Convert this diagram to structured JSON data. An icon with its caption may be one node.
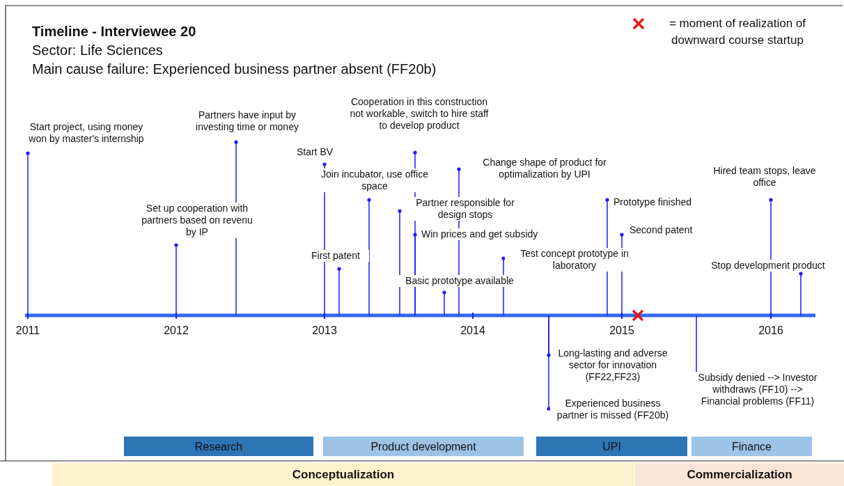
{
  "diagram": {
    "title": "Timeline - Interviewee 20",
    "nodes": [
      {
        "text": [
          "Start project, using money won by master's internship"
        ]
      },
      {
        "text": [
          "Partners have input by investing time or money"
        ]
      },
      {
        "text": [
          "Set up cooperation with partners based on revenu by IP"
        ]
      },
      {
        "text": [
          "Start BV"
        ]
      },
      {
        "text": [
          "First patent"
        ]
      },
      {
        "text": [
          "Join incubator, use office space"
        ]
      },
      {
        "text": [
          "Cooperation in this construction not workable, switch to hire staff to develop product"
        ]
      },
      {
        "text": [
          "Partner responsible for design stops"
        ]
      },
      {
        "text": [
          "Win prices and get subsidy"
        ]
      },
      {
        "text": [
          "Basic prototype available"
        ]
      },
      {
        "text": [
          "Change shape of product for optimalization by UPI"
        ]
      },
      {
        "text": [
          "Test concept prototype in laboratory"
        ]
      },
      {
        "text": [
          "Prototype finished"
        ]
      },
      {
        "text": [
          "Second patent"
        ]
      },
      {
        "text": [
          "Hired team stops, leave office"
        ]
      },
      {
        "text": [
          "Stop development product"
        ]
      },
      {
        "text": [
          "Long-lasting and adverse sector for innovation (FF22,FF23)"
        ]
      },
      {
        "text": [
          "Experienced business partner is missed (FF20b)"
        ]
      },
      {
        "text": [
          "Subsidy denied --> Investor withdraws (FF10) --> Financial problems (FF11)"
        ]
      },
      {
        "text": [
          "Research"
        ]
      },
      {
        "text": [
          "Product development"
        ]
      },
      {
        "text": [
          "UPI"
        ]
      },
      {
        "text": [
          "Finance"
        ]
      },
      {
        "text": [
          "Conceptualization"
        ]
      },
      {
        "text": [
          "Commercialization"
        ]
      }
    ],
    "edges": [
      {
        "from": 0,
        "to": null,
        "arrow": "other"
      },
      {
        "from": 1,
        "to": null,
        "arrow": "other"
      },
      {
        "from": 2,
        "to": null,
        "arrow": "other"
      },
      {
        "from": 3,
        "to": null,
        "arrow": "other"
      },
      {
        "from": 4,
        "to": null,
        "arrow": "other"
      },
      {
        "from": 5,
        "to": null,
        "arrow": "other"
      },
      {
        "from": 6,
        "to": null,
        "arrow": "other"
      },
      {
        "from": 7,
        "to": null,
        "arrow": "other"
      },
      {
        "from": 8,
        "to": null,
        "arrow": "other"
      },
      {
        "from": 9,
        "to": null,
        "arrow": "other"
      },
      {
        "from": 10,
        "to": null,
        "arrow": "other"
      },
      {
        "from": 11,
        "to": null,
        "arrow": "other"
      },
      {
        "from": 12,
        "to": null,
        "arrow": "other"
      },
      {
        "from": 13,
        "to": null,
        "arrow": "other"
      },
      {
        "from": 14,
        "to": null,
        "arrow": "other"
      },
      {
        "from": 15,
        "to": null,
        "arrow": "other"
      },
      {
        "from": 16,
        "to": null,
        "arrow": "other"
      },
      {
        "from": 17,
        "to": null,
        "arrow": "other"
      },
      {
        "from": 18,
        "to": null,
        "arrow": "other"
      }
    ],
    "labels": [
      "Sector: Life Sciences",
      "Main cause failure: Experienced business partner absent (FF20b)",
      "2011",
      "2012",
      "2013",
      "2014",
      "2015",
      "2016"
    ],
    "legend": [
      {
        "text": "= moment of realization of downward course startup"
      }
    ]
  }
}
